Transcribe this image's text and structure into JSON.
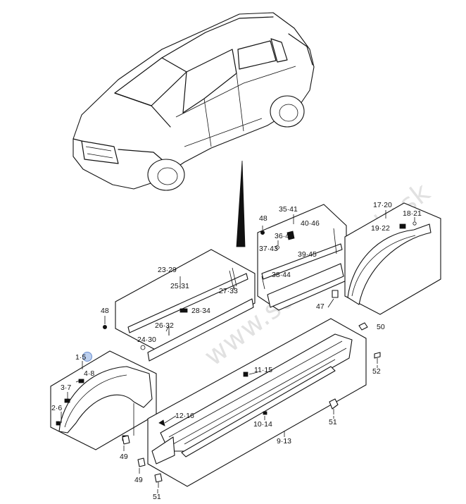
{
  "watermark": "www.suzuki-diely.sk",
  "labels": {
    "l1_5": "1·5",
    "l2_6": "2·6",
    "l3_7": "3·7",
    "l4_8": "4·8",
    "l9_13": "9·13",
    "l10_14": "10·14",
    "l11_15": "11·15",
    "l12_16": "12·16",
    "l17_20": "17·20",
    "l18_21": "18·21",
    "l19_22": "19·22",
    "l23_29": "23·29",
    "l24_30": "24·30",
    "l25_31": "25·31",
    "l26_32": "26·32",
    "l27_33": "27·33",
    "l28_34": "28·34",
    "l35_41": "35·41",
    "l36_42": "36·42",
    "l37_43": "37·43",
    "l38_44": "38·44",
    "l39_45": "39·45",
    "l40_46": "40·46",
    "l47": "47",
    "l48a": "48",
    "l48b": "48",
    "l49a": "49",
    "l49b": "49",
    "l50": "50",
    "l51a": "51",
    "l51b": "51",
    "l52": "52"
  }
}
